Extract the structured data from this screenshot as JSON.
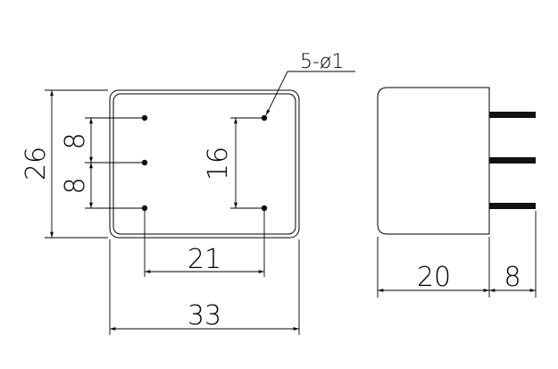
{
  "drawing": {
    "top_view": {
      "pin_note": "5-ø1",
      "dim_height": "26",
      "dim_pitch_upper": "8",
      "dim_pitch_lower": "8",
      "dim_pin_span_vertical": "16",
      "dim_pin_span_horizontal": "21",
      "dim_width": "33"
    },
    "side_view": {
      "dim_body_depth": "20",
      "dim_pin_length": "8"
    }
  }
}
